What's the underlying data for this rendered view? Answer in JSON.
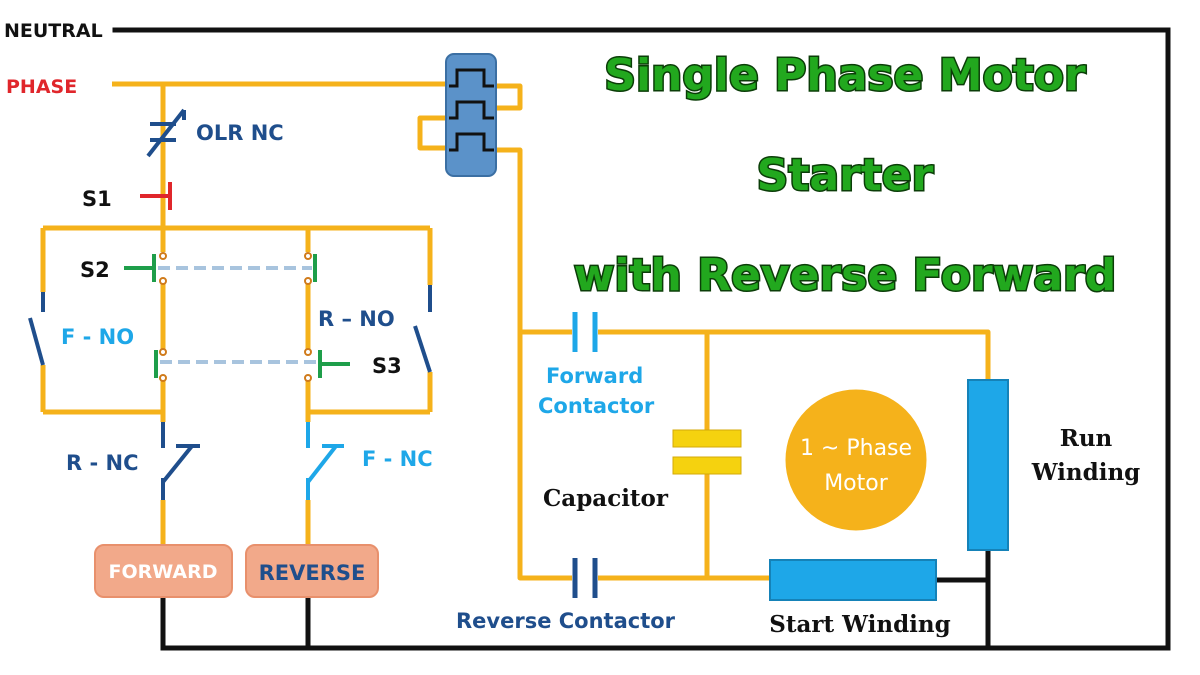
{
  "title": {
    "line1": "Single Phase Motor",
    "line2": "Starter",
    "line3": "with Reverse Forward"
  },
  "supply": {
    "neutral": "NEUTRAL",
    "phase": "PHASE"
  },
  "control": {
    "olr": "OLR  NC",
    "s1": "S1",
    "s2": "S2",
    "s3": "S3",
    "f_no": "F - NO",
    "r_no": "R – NO",
    "r_nc": "R - NC",
    "f_nc": "F - NC",
    "forward_coil": "FORWARD",
    "reverse_coil": "REVERSE"
  },
  "power": {
    "forward_contactor_l1": "Forward",
    "forward_contactor_l2": "Contactor",
    "reverse_contactor": "Reverse Contactor",
    "capacitor": "Capacitor",
    "motor_l1": "1 ~ Phase",
    "motor_l2": "Motor",
    "run_winding_l1": "Run",
    "run_winding_l2": "Winding",
    "start_winding": "Start Winding"
  },
  "colors": {
    "wire_live": "#f5b21b",
    "wire_neutral": "#111111",
    "contact": "#1f4e8c",
    "button_red": "#e0262b",
    "button_green": "#1e9e4a",
    "coil_fill": "#f2a98a",
    "winding": "#1ea7e8",
    "motor": "#f5b21b",
    "overload": "#5b92c9",
    "title_fill": "#22a81e"
  }
}
